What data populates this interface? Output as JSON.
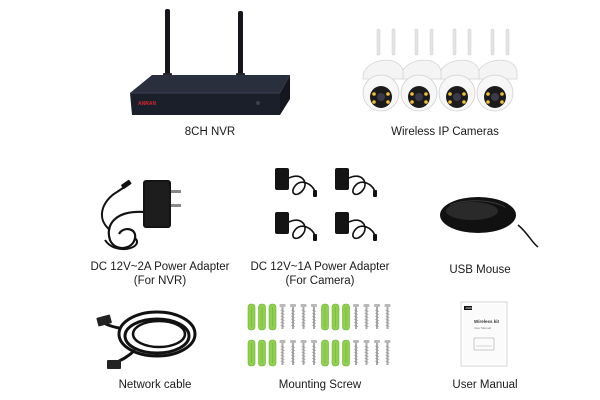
{
  "items": [
    {
      "id": "nvr",
      "label": "8CH NVR",
      "brand": "ANRAN"
    },
    {
      "id": "cameras",
      "label": "Wireless IP Cameras"
    },
    {
      "id": "nvr-adapter",
      "label": "DC 12V~2A Power Adapter",
      "sublabel": "(For NVR)"
    },
    {
      "id": "camera-adapters",
      "label": "DC 12V~1A Power Adapter",
      "sublabel": "(For Camera)"
    },
    {
      "id": "mouse",
      "label": "USB Mouse"
    },
    {
      "id": "network-cable",
      "label": "Network cable"
    },
    {
      "id": "screws",
      "label": "Mounting Screw"
    },
    {
      "id": "manual",
      "label": "User Manual",
      "cover_brand": "ANRAN",
      "cover_title": "Wireless kit",
      "cover_subtitle": "User Manual"
    }
  ],
  "colors": {
    "accent_red": "#d8242c",
    "wall_plug_green": "#8fd14f",
    "device_dark": "#1e2230"
  }
}
